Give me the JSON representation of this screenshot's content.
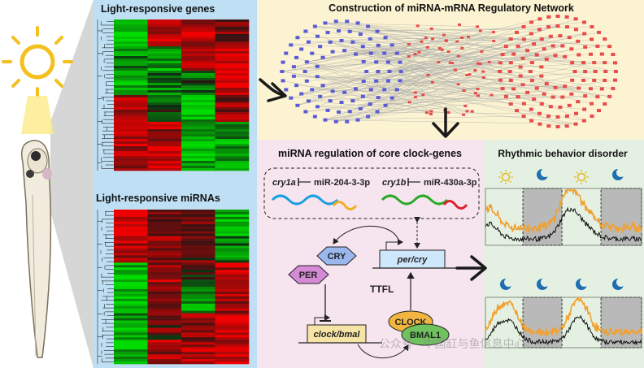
{
  "panels": {
    "light_genes_title": "Light-responsive genes",
    "light_mirnas_title": "Light-responsive miRNAs",
    "network_title": "Construction of miRNA-mRNA Regulatory Network",
    "clock_title": "miRNA regulation of core clock-genes",
    "behavior_title": "Rhythmic behavior disorder"
  },
  "regulation": {
    "gene1": "cry1a",
    "mirna1": "miR-204-3-3p",
    "gene2": "cry1b",
    "mirna2": "miR-430a-3p"
  },
  "clock": {
    "cry": "CRY",
    "per": "PER",
    "per_cry": "per/cry",
    "ttfl": "TTFL",
    "clock_bmal": "clock/bmal",
    "clock_protein": "CLOCK",
    "bmal1": "BMAL1"
  },
  "watermark": "公众号 · 中国缸与鱼信息中心",
  "colors": {
    "blue_panel": "#bfe0f4",
    "yellow_panel": "#fbf3d2",
    "pink_panel": "#f6e4ef",
    "green_panel": "#e4f1e2",
    "mirna_node": "#5b5bd6",
    "mrna_node": "#e94b4b",
    "activity_line": "#f0a030",
    "dark_box": "#b9b9b9"
  }
}
